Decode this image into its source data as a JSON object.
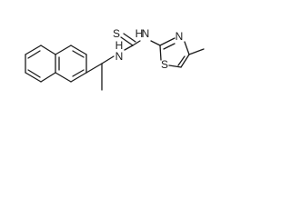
{
  "molecule": {
    "atom_labels": {
      "thione_sulfur": "S",
      "thiourea_nh_left": "H",
      "thiourea_nh_left_n": "N",
      "thiourea_nh_right": "H",
      "thiourea_nh_right_n": "N",
      "thiazole_nitrogen": "N",
      "thiazole_sulfur": "S"
    }
  }
}
